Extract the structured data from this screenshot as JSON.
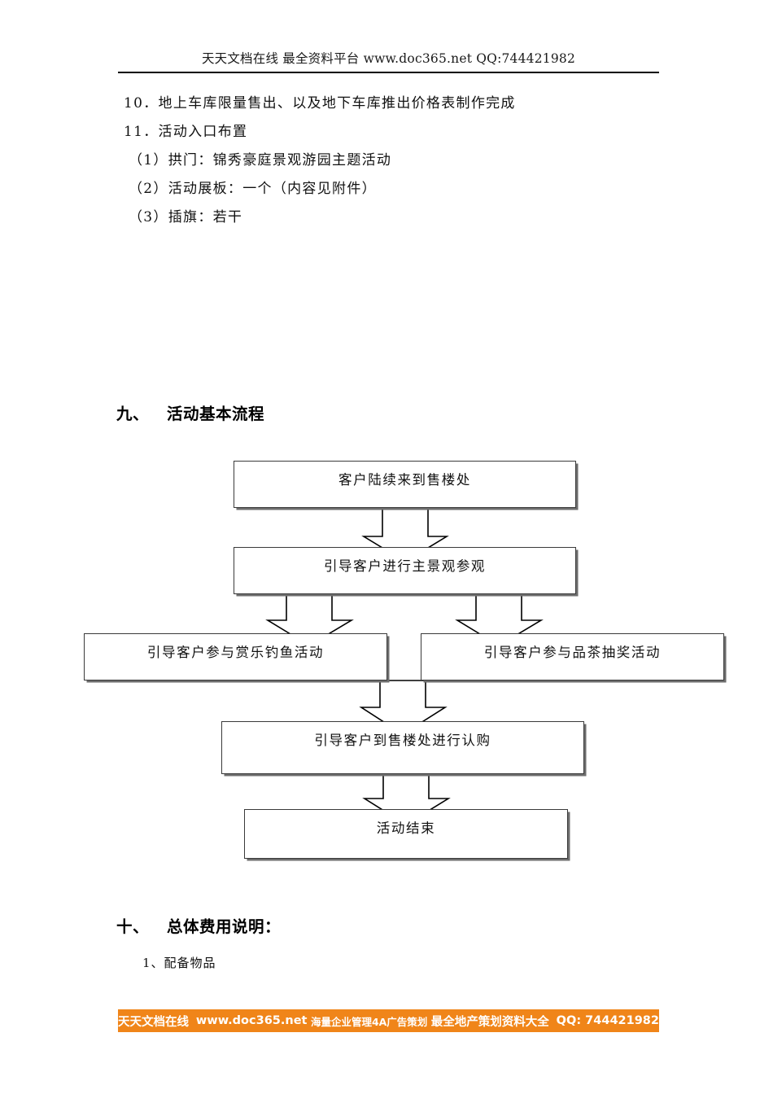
{
  "header": {
    "watermark": "天天文档在线 最全资料平台 www.doc365.net  QQ:744421982"
  },
  "document": {
    "list_items": [
      {
        "text": "10．地上车库限量售出、以及地下车库推出价格表制作完成",
        "indent": false
      },
      {
        "text": "11．活动入口布置",
        "indent": false
      },
      {
        "text": "（1）拱门：锦秀豪庭景观游园主题活动",
        "indent": true
      },
      {
        "text": "（2）活动展板：一个（内容见附件）",
        "indent": true
      },
      {
        "text": "（3）插旗：若干",
        "indent": true
      }
    ],
    "heading_nine": {
      "number": "九、",
      "title": "活动基本流程"
    },
    "heading_ten": {
      "number": "十、",
      "title": "总体费用说明："
    },
    "subitem_one": "1、配备物品"
  },
  "flowchart": {
    "box_arrive": "客户陆续来到售楼处",
    "box_tour": "引导客户进行主景观参观",
    "box_fishing": "引导客户参与赏乐钓鱼活动",
    "box_tea": "引导客户参与品茶抽奖活动",
    "box_purchase": "引导客户到售楼处进行认购",
    "box_end": "活动结束"
  },
  "footer": {
    "site": "天天文档在线",
    "url": "www.doc365.net",
    "tagline1": "海量企业管理4A广告策划",
    "tagline2": "最全地产策划资料大全",
    "qq": "QQ: 744421982",
    "bg_color": "#F08519",
    "text_color": "#FFFFFF"
  }
}
